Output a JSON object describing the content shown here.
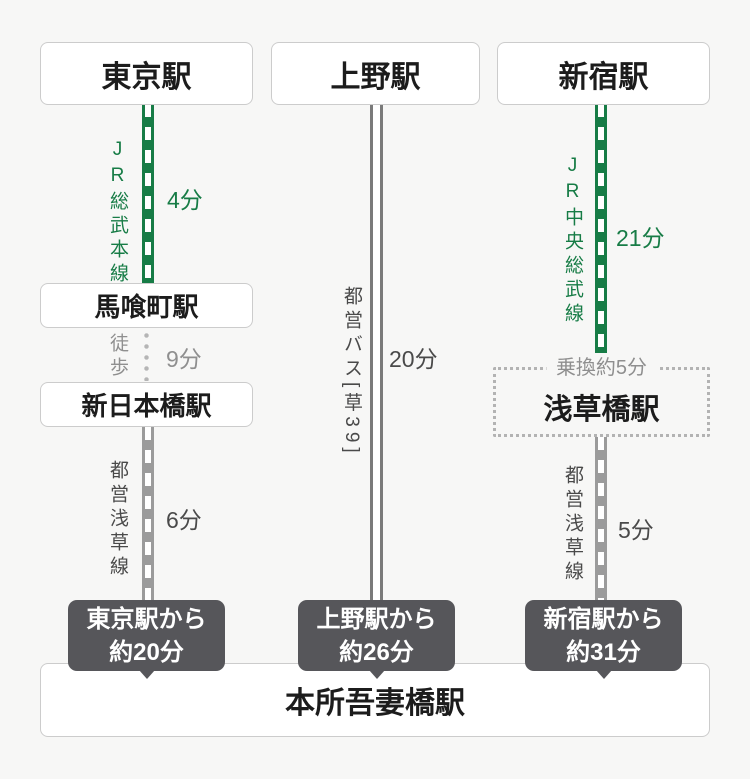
{
  "colors": {
    "background": "#f7f7f6",
    "jr_line_green": "#177c46",
    "subway_line_gray": "#9b9b9b",
    "bus_line_gray": "#7a7a7a",
    "walk_dot_gray": "#b5b5b5",
    "badge_background": "#56565a",
    "box_border": "#cccccc",
    "text_black": "#1c1c1c",
    "text_gray": "#8f8f8f",
    "text_dark_gray": "#4a4a4a"
  },
  "destination": {
    "name": "本所吾妻橋駅"
  },
  "routes": [
    {
      "origin": "東京駅",
      "leg1": {
        "line": "JR総武本線",
        "duration": "4分"
      },
      "via1": "馬喰町駅",
      "walk": {
        "mode": "徒歩",
        "duration": "9分"
      },
      "via2": "新日本橋駅",
      "leg2": {
        "line": "都営浅草線",
        "duration": "6分"
      },
      "total": {
        "line1": "東京駅から",
        "line2": "約20分"
      }
    },
    {
      "origin": "上野駅",
      "leg1": {
        "line": "都営バス[草39]",
        "duration": "20分"
      },
      "total": {
        "line1": "上野駅から",
        "line2": "約26分"
      }
    },
    {
      "origin": "新宿駅",
      "leg1": {
        "line": "JR中央総武線",
        "duration": "21分"
      },
      "transfer": {
        "label": "乗換約5分",
        "station": "浅草橋駅"
      },
      "leg2": {
        "line": "都営浅草線",
        "duration": "5分"
      },
      "total": {
        "line1": "新宿駅から",
        "line2": "約31分"
      }
    }
  ]
}
